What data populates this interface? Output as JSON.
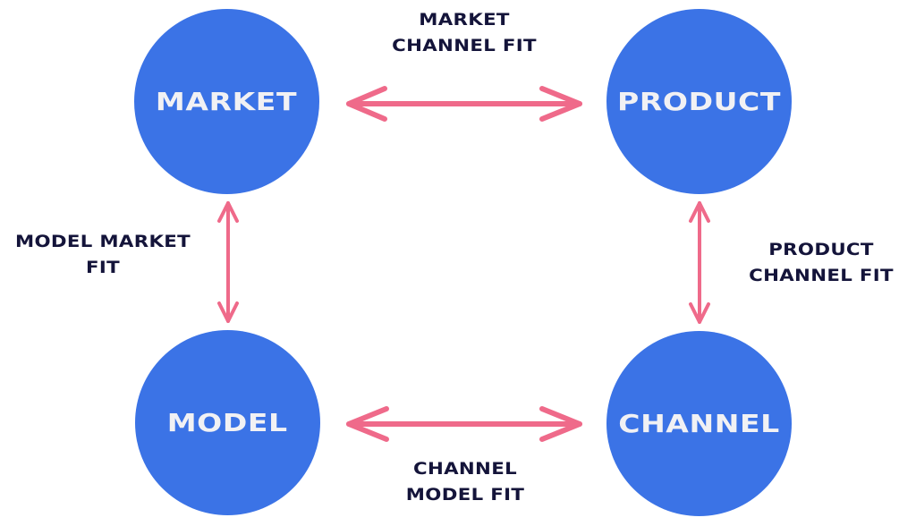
{
  "diagram": {
    "colors": {
      "node_fill": "#3b73e6",
      "node_text": "#f1f1f4",
      "arrow": "#ef6a8a",
      "label_text": "#14143a"
    },
    "nodes": {
      "market": "MARKET",
      "product": "PRODUCT",
      "model": "MODEL",
      "channel": "CHANNEL"
    },
    "edges": {
      "market_product": {
        "from": "MARKET",
        "to": "PRODUCT",
        "direction": "bidirectional",
        "label": [
          "MARKET",
          "CHANNEL FIT"
        ]
      },
      "market_model": {
        "from": "MARKET",
        "to": "MODEL",
        "direction": "bidirectional",
        "label": [
          "MODEL MARKET",
          "FIT"
        ]
      },
      "product_channel": {
        "from": "PRODUCT",
        "to": "CHANNEL",
        "direction": "bidirectional",
        "label": [
          "PRODUCT",
          "CHANNEL FIT"
        ]
      },
      "model_channel": {
        "from": "MODEL",
        "to": "CHANNEL",
        "direction": "bidirectional",
        "label": [
          "CHANNEL",
          "MODEL FIT"
        ]
      }
    }
  }
}
